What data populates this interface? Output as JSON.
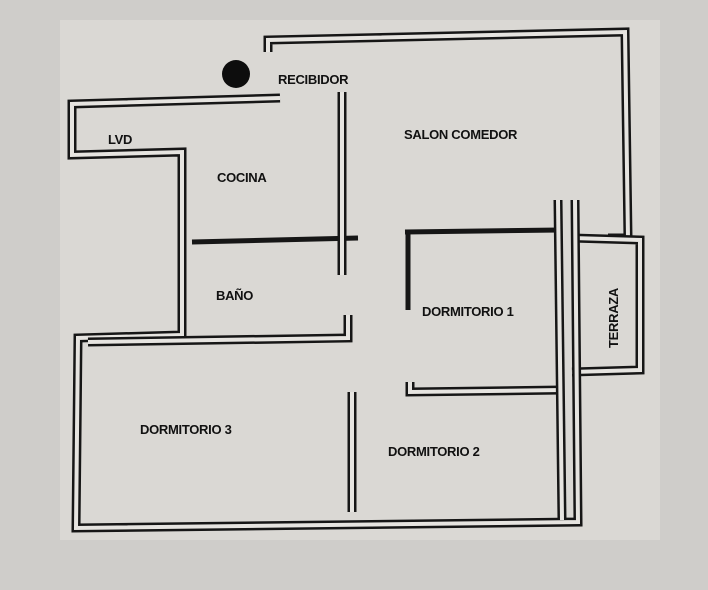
{
  "rooms": {
    "recibidor": "RECIBIDOR",
    "lvd": "LVD",
    "cocina": "COCINA",
    "salon_comedor": "SALON COMEDOR",
    "bano": "BAÑO",
    "dormitorio_1": "DORMITORIO 1",
    "terraza": "TERRAZA",
    "dormitorio_3": "DORMITORIO 3",
    "dormitorio_2": "DORMITORIO 2"
  },
  "colors": {
    "paper": "#cfcdca",
    "ink": "#161616"
  }
}
